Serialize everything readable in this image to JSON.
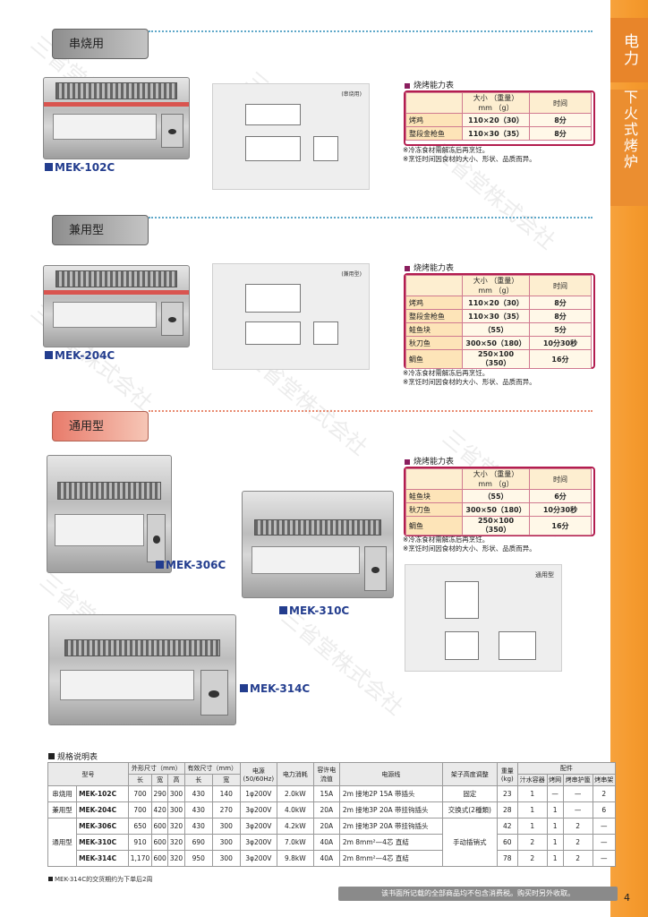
{
  "side": {
    "category": "电力",
    "subcategory": "下火式烤炉"
  },
  "page_number": "4",
  "footer_note": "该书面所记载的全部商品均不包含消费税。购买时另外收取。",
  "sections": [
    {
      "tab": "串烧用",
      "model": "MEK-102C",
      "drawing_label": "(串烧用)"
    },
    {
      "tab": "兼用型",
      "model": "MEK-204C",
      "drawing_label": "(兼用型)"
    },
    {
      "tab": "通用型",
      "models": [
        "MEK-306C",
        "MEK-310C",
        "MEK-314C"
      ],
      "drawing_label": "通用型"
    }
  ],
  "capacity_tables": [
    {
      "title": "烧烤能力表",
      "header": {
        "size_line1": "大小 （重量）",
        "size_line2": "mm （g）",
        "time": "时间"
      },
      "rows": [
        {
          "name": "烤鸡",
          "size": "110×20（30）",
          "time": "8分"
        },
        {
          "name": "整段金枪鱼",
          "size": "110×30（35）",
          "time": "8分"
        }
      ],
      "notes": [
        "※冷冻食材需解冻后再烹饪。",
        "※烹饪时间因食材的大小、形状、品质而异。"
      ]
    },
    {
      "title": "烧烤能力表",
      "header": {
        "size_line1": "大小 （重量）",
        "size_line2": "mm （g）",
        "time": "时间"
      },
      "rows": [
        {
          "name": "烤鸡",
          "size": "110×20（30）",
          "time": "8分"
        },
        {
          "name": "整段金枪鱼",
          "size": "110×30（35）",
          "time": "8分"
        },
        {
          "name": "鲑鱼块",
          "size": "（55）",
          "time": "5分"
        },
        {
          "name": "秋刀鱼",
          "size": "300×50（180）",
          "time": "10分30秒"
        },
        {
          "name": "鲷鱼",
          "size": "250×100（350）",
          "time": "16分"
        }
      ],
      "notes": [
        "※冷冻食材需解冻后再烹饪。",
        "※烹饪时间因食材的大小、形状、品质而异。"
      ]
    },
    {
      "title": "烧烤能力表",
      "header": {
        "size_line1": "大小 （重量）",
        "size_line2": "mm （g）",
        "time": "时间"
      },
      "rows": [
        {
          "name": "鲑鱼块",
          "size": "（55）",
          "time": "6分"
        },
        {
          "name": "秋刀鱼",
          "size": "300×50（180）",
          "time": "10分30秒"
        },
        {
          "name": "鲷鱼",
          "size": "250×100（350）",
          "time": "16分"
        }
      ],
      "notes": [
        "※冷冻食材需解冻后再烹饪。",
        "※烹饪时间因食材的大小、形状、品质而异。"
      ]
    }
  ],
  "spec": {
    "title": "规格说明表",
    "headers": {
      "model": "型号",
      "outer": "外形尺寸（mm）",
      "effective": "有效尺寸（mm）",
      "l": "长",
      "w": "宽",
      "h": "高",
      "l2": "长",
      "w2": "宽",
      "power": "电源(50/60Hz)",
      "consumption": "电力消耗",
      "current": "容许电流值",
      "cord": "电源线",
      "rack": "架子高度调整",
      "weight": "重量(kg)",
      "accessories": "配件",
      "drip": "汁水容器",
      "net": "烤网",
      "skewer_guard": "烤串护篦",
      "skewer_rack": "烤串架"
    },
    "rows": [
      {
        "type": "串烧用",
        "model": "MEK-102C",
        "l": "700",
        "w": "290",
        "h": "300",
        "el": "430",
        "ew": "140",
        "power": "1φ200V",
        "kw": "2.0kW",
        "amp": "15A",
        "cord": "2m 接地2P 15A 带插头",
        "rack": "固定",
        "kg": "23",
        "drip": "1",
        "net": "—",
        "guard": "—",
        "srack": "2"
      },
      {
        "type": "兼用型",
        "model": "MEK-204C",
        "l": "700",
        "w": "420",
        "h": "300",
        "el": "430",
        "ew": "270",
        "power": "3φ200V",
        "kw": "4.0kW",
        "amp": "20A",
        "cord": "2m 接地3P 20A 带挂钩插头",
        "rack": "交换式(2種類)",
        "kg": "28",
        "drip": "1",
        "net": "1",
        "guard": "—",
        "srack": "6"
      },
      {
        "type": "通用型",
        "model": "MEK-306C",
        "l": "650",
        "w": "600",
        "h": "320",
        "el": "430",
        "ew": "300",
        "power": "3φ200V",
        "kw": "4.2kW",
        "amp": "20A",
        "cord": "2m 接地3P 20A 带挂钩插头",
        "rack": "手动插销式",
        "kg": "42",
        "drip": "1",
        "net": "1",
        "guard": "2",
        "srack": "—"
      },
      {
        "type": "",
        "model": "MEK-310C",
        "l": "910",
        "w": "600",
        "h": "320",
        "el": "690",
        "ew": "300",
        "power": "3φ200V",
        "kw": "7.0kW",
        "amp": "40A",
        "cord": "2m 8mm²—4芯 直結",
        "rack": "",
        "kg": "60",
        "drip": "2",
        "net": "1",
        "guard": "2",
        "srack": "—"
      },
      {
        "type": "",
        "model": "MEK-314C",
        "l": "1,170",
        "w": "600",
        "h": "320",
        "el": "950",
        "ew": "300",
        "power": "3φ200V",
        "kw": "9.8kW",
        "amp": "40A",
        "cord": "2m 8mm²—4芯 直結",
        "rack": "",
        "kg": "78",
        "drip": "2",
        "net": "1",
        "guard": "2",
        "srack": "—"
      }
    ],
    "note": "MEK-314C的交货期约为下单后2周"
  },
  "watermark": "三省堂株式会社"
}
